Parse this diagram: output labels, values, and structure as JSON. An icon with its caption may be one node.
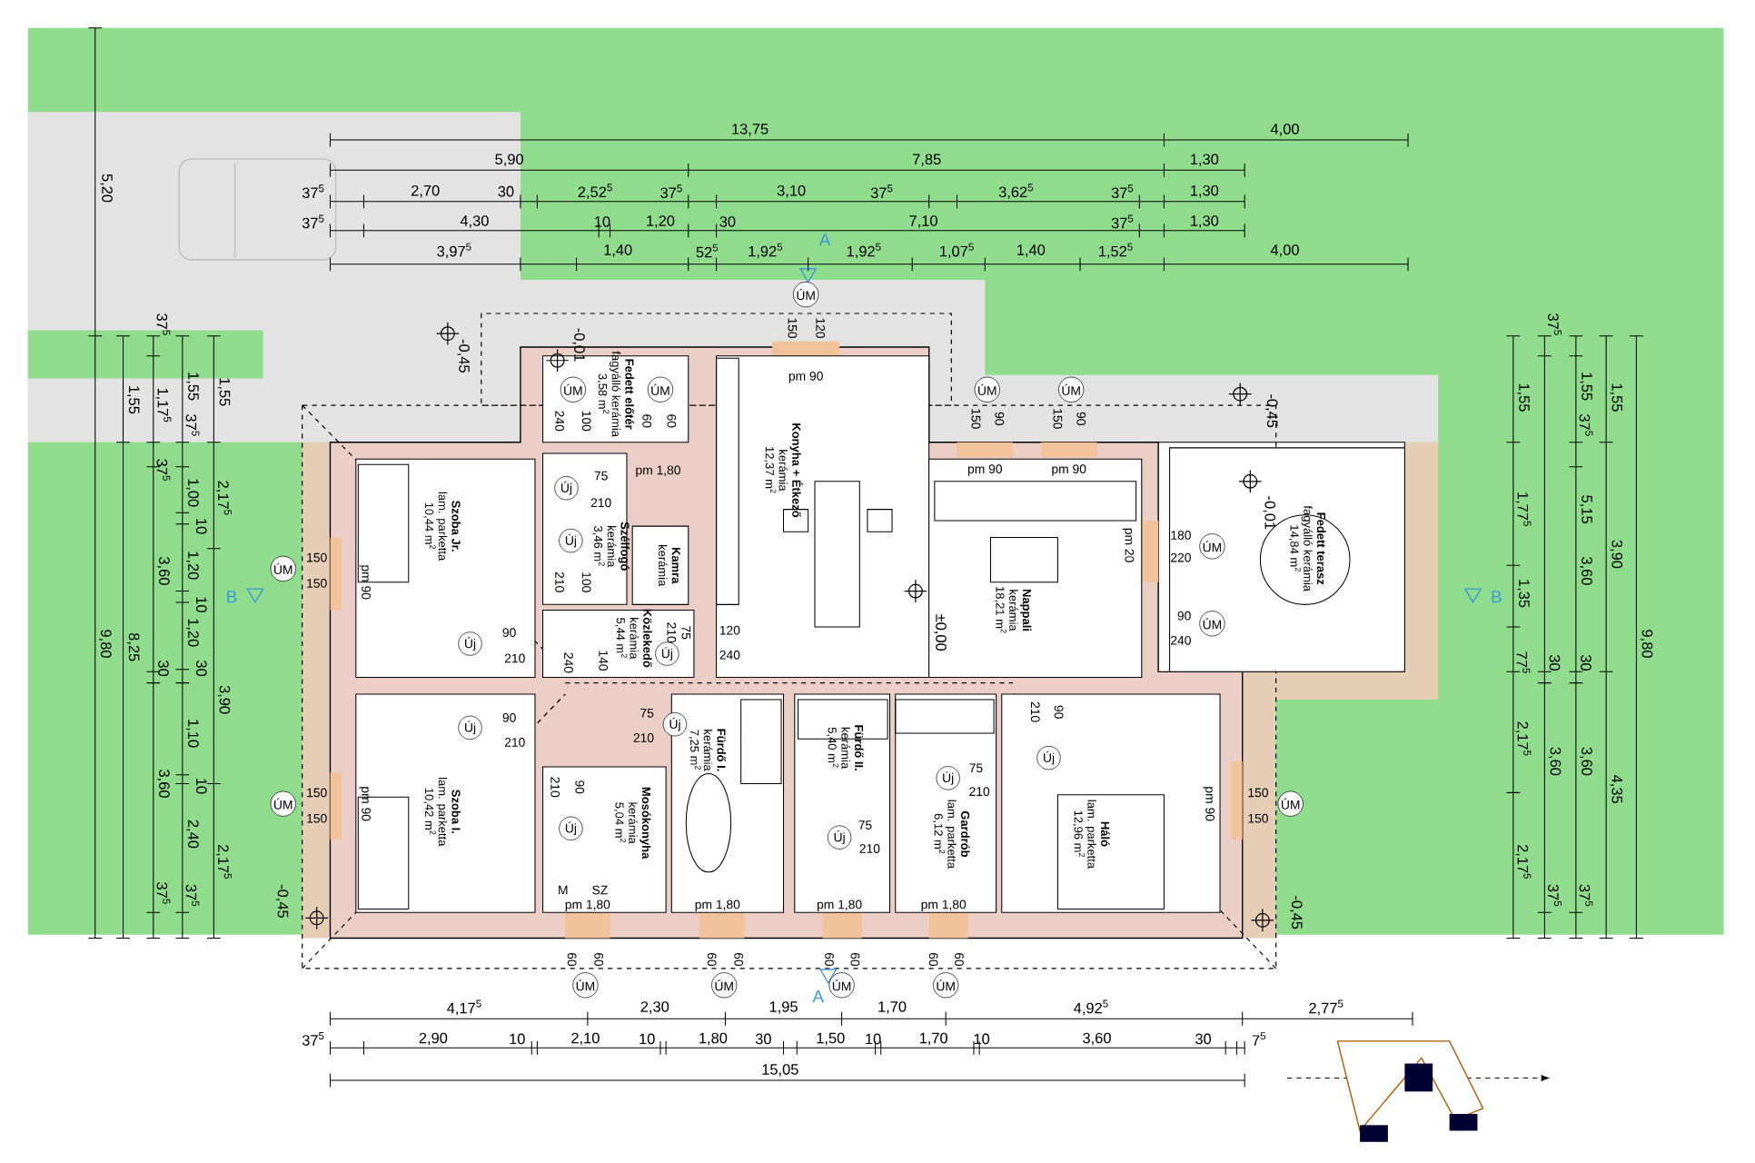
{
  "diagram": {
    "nodes": [
      {
        "text": [
          "Fedett előtér",
          "fagyálló kerámia",
          "3,58 m$^{2}$"
        ]
      },
      {
        "text": [
          "Konyha + Étkező",
          "kerámia",
          "12,37 m$^{2}$"
        ]
      },
      {
        "text": [
          "Szoba Jr.",
          "lam. parketta",
          "10,44 m$^{2}$"
        ]
      },
      {
        "text": [
          "Szélfogó",
          "kerámia",
          "3,46 m$^{2}$"
        ]
      },
      {
        "text": [
          "Kamra",
          "kerámia"
        ]
      },
      {
        "text": [
          "Közlekedő",
          "kerámia",
          "5,44 m$^{2}$"
        ]
      },
      {
        "text": [
          "Nappali",
          "kerámia",
          "18,21 m$^{2}$"
        ]
      },
      {
        "text": [
          "Fedett terasz",
          "fagyálló kerámia",
          "14,84 m$^{2}$"
        ]
      },
      {
        "text": [
          "Szoba I.",
          "lam. parketta",
          "10,42 m$^{2}$"
        ]
      },
      {
        "text": [
          "Mosókonyha",
          "kerámia",
          "5,04 m$^{2}$"
        ]
      },
      {
        "text": [
          "Fürdő I.",
          "kerámia",
          "7,25 m$^{2}$"
        ]
      },
      {
        "text": [
          "Fürdő II.",
          "kerámia",
          "5,40 m$^{2}$"
        ]
      },
      {
        "text": [
          "Gardrób",
          "lam. parketta",
          "6,12 m$^{2}$"
        ]
      },
      {
        "text": [
          "Háló",
          "lam. parketta",
          "12,96 m$^{2}$"
        ]
      }
    ],
    "labels": [
      "13,75",
      "4,00",
      "5,90",
      "7,85",
      "1,30",
      "37$^{5}$",
      "2,70",
      "30",
      "2,52$^{5}$",
      "37$^{5}$",
      "3,10",
      "37$^{5}$",
      "3,62$^{5}$",
      "37$^{5}$",
      "1,30",
      "37$^{5}$",
      "4,30",
      "10",
      "1,20",
      "30",
      "7,10",
      "37$^{5}$",
      "1,30",
      "3,97$^{5}$",
      "1,40",
      "52$^{5}$",
      "1,92$^{5}$",
      "1,92$^{5}$",
      "1,07$^{5}$",
      "1,40",
      "1,52$^{5}$",
      "4,00",
      "5,20",
      "9,80",
      "1,55",
      "8,25",
      "37$^{5}$",
      "1,17$^{5}$",
      "37$^{5}$",
      "3,60",
      "30",
      "3,60",
      "37$^{5}$",
      "1,55",
      "37$^{5}$",
      "1,00",
      "10",
      "1,20",
      "10",
      "1,20",
      "30",
      "1,10",
      "10",
      "2,40",
      "37$^{5}$",
      "1,55",
      "2,17$^{5}$",
      "3,90",
      "2,17$^{5}$",
      "1,55",
      "1,77$^{5}$",
      "1,35",
      "77$^{5}$",
      "2,17$^{5}$",
      "2,17$^{5}$",
      "37$^{5}$",
      "30",
      "3,60",
      "37$^{5}$",
      "1,55",
      "37$^{5}$",
      "5,15",
      "3,60",
      "30",
      "3,60",
      "37$^{5}$",
      "1,55",
      "3,90",
      "4,35",
      "9,80",
      "4,17$^{5}$",
      "2,30",
      "1,95",
      "1,70",
      "4,92$^{5}$",
      "2,77$^{5}$",
      "37$^{5}$",
      "2,90",
      "10",
      "2,10",
      "10",
      "1,80",
      "30",
      "1,50",
      "10",
      "1,70",
      "10",
      "3,60",
      "30",
      "7$^{5}$",
      "15,05",
      "-0,45",
      "-0,01",
      "-0,45",
      "-0,01",
      "±0,00",
      "-0,45",
      "-0,45",
      "A",
      "A",
      "B",
      "B",
      "ÚM",
      "150",
      "120",
      "pm 90",
      "ÚM",
      "240",
      "100",
      "ÚM",
      "60",
      "60",
      "pm 1,80",
      "Új",
      "75",
      "210",
      "Új",
      "210",
      "100",
      "Új",
      "90",
      "210",
      "210",
      "75",
      "Új",
      "240",
      "140",
      "120",
      "240",
      "ÚM",
      "150",
      "90",
      "ÚM",
      "150",
      "90",
      "pm 90",
      "pm 90",
      "pm 20",
      "180",
      "220",
      "ÚM",
      "90",
      "240",
      "ÚM",
      "ÚM",
      "150",
      "150",
      "pm 90",
      "ÚM",
      "150",
      "150",
      "pm 90",
      "Új",
      "90",
      "210",
      "75",
      "210",
      "Új",
      "210",
      "90",
      "Új",
      "Új",
      "75",
      "210",
      "Új",
      "75",
      "210",
      "210",
      "90",
      "Új",
      "pm 90",
      "150",
      "150",
      "ÚM",
      "M",
      "SZ",
      "pm 1,80",
      "pm 1,80",
      "pm 1,80",
      "pm 1,80",
      "60",
      "60",
      "ÚM",
      "60",
      "60",
      "ÚM",
      "60",
      "60",
      "ÚM",
      "60",
      "60",
      "ÚM"
    ]
  }
}
